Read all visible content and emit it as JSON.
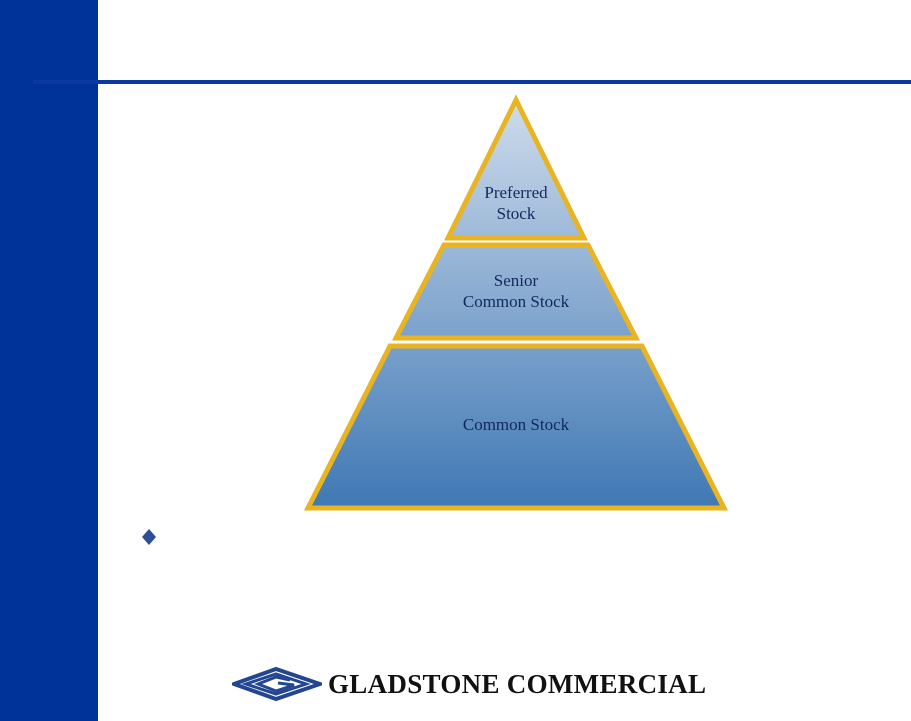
{
  "colors": {
    "brand_blue": "#003399",
    "rule_blue": "#0a3aa0",
    "tier_border": "#e8b422",
    "label_navy": "#14285e",
    "bullet_blue": "#2f4e9a",
    "logo_text": "#111111",
    "logo_mark": "#22468f"
  },
  "pyramid": {
    "tiers": [
      {
        "id": "preferred",
        "label_lines": [
          "Preferred",
          "Stock"
        ]
      },
      {
        "id": "senior",
        "label_lines": [
          "Senior",
          "Common Stock"
        ]
      },
      {
        "id": "common",
        "label_lines": [
          "Common Stock"
        ]
      }
    ]
  },
  "bullet": {
    "icon": "diamond-bullet-icon"
  },
  "logo": {
    "text": "GLADSTONE COMMERCIAL",
    "icon": "gladstone-logo-icon"
  }
}
